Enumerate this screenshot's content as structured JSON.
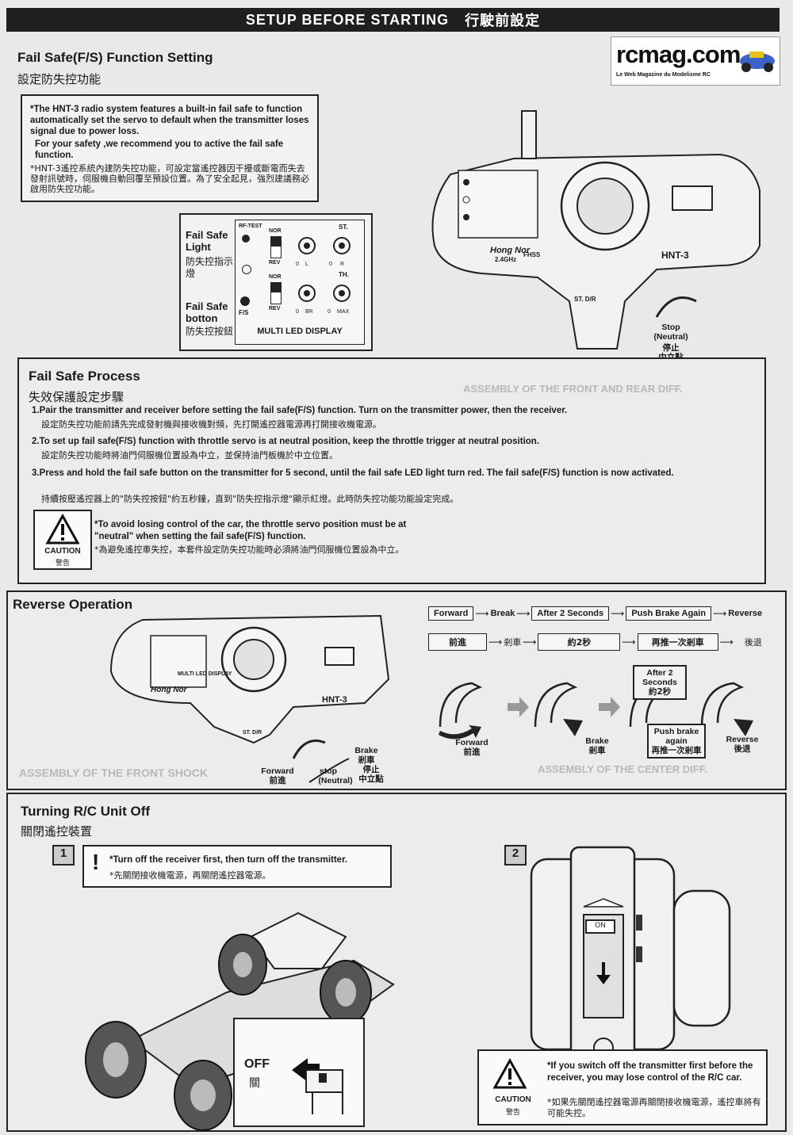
{
  "header": {
    "title_en": "SETUP BEFORE STARTING",
    "title_zh": "行駛前設定"
  },
  "logo": {
    "name": "rcmag.com",
    "tagline": "Le Web Magazine du Modelisme RC"
  },
  "failsafe_setting": {
    "title_en": "Fail Safe(F/S) Function Setting",
    "title_zh": "設定防失控功能",
    "note_en_1": "*The HNT-3 radio system features a built-in fail safe to function automatically set the servo to default when the transmitter loses signal due to power loss.",
    "note_en_2": "For your safety ,we recommend you to active the fail safe function.",
    "note_zh": "*HNT-3遙控系統內建防失控功能，可設定當遙控器因干擾或斷電而失去發射訊號時，伺服機自動回覆至預設位置。為了安全起見，強烈建議務必啟用防失控功能。",
    "light_label_en": "Fail Safe Light",
    "light_label_zh": "防失控指示燈",
    "button_label_en": "Fail Safe botton",
    "button_label_zh": "防失控按鈕",
    "panel": {
      "rf_test": "RF-TEST",
      "nor": "NOR",
      "rev": "REV",
      "st": "ST.",
      "th": "TH.",
      "fs": "F/S",
      "l": "L",
      "r": "R",
      "zero": "0",
      "br": "BR",
      "max": "MAX",
      "display": "MULTI LED DISPLAY"
    },
    "transmitter": {
      "model": "HNT-3",
      "brand": "Hong Nor",
      "band": "2.4GHz",
      "fhss": "FHSS",
      "st_dr": "ST. D/R",
      "stop_en": "Stop (Neutral)",
      "stop_zh": "停止 中立點"
    }
  },
  "process": {
    "title_en": "Fail Safe Process",
    "title_zh": "失效保護設定步驟",
    "steps": [
      {
        "en": "1.Pair the transmitter and receiver before setting the fail safe(F/S) function. Turn on the transmitter power,  then the receiver.",
        "zh": "設定防失控功能前請先完成發射機與接收機對頻，先打開遙控器電源再打開接收機電源。"
      },
      {
        "en": "2.To set up fail safe(F/S) function with throttle servo is at neutral position, keep the throttle trigger at neutral position.",
        "zh": "設定防失控功能時將油門伺服機位置設為中立，並保持油門板機於中立位置。"
      },
      {
        "en": "3.Press and hold the fail safe button on the transmitter for 5 second, until the fail safe LED light turn red. The fail safe(F/S) function is now activated.",
        "zh": "持續按壓遙控器上的\"防失控按鈕\"約五秒鐘，直到\"防失控指示燈\"顯示紅燈。此時防失控功能功能設定完成。"
      }
    ],
    "caution_en": "*To avoid losing control of the car, the throttle servo position must be at \"neutral\" when setting the fail safe(F/S) function.",
    "caution_zh": "*為避免遙控車失控，本套件設定防失控功能時必須將油門伺服機位置設為中立。",
    "caution_label_en": "CAUTION",
    "caution_label_zh": "警告"
  },
  "reverse": {
    "title": "Reverse Operation",
    "flow_en": [
      "Forward",
      "Break",
      "After 2 Seconds",
      "Push Brake Again",
      "Reverse"
    ],
    "flow_zh": [
      "前進",
      "剎車",
      "約2秒",
      "再推一次剎車",
      "後退"
    ],
    "labels": {
      "forward_en": "Forward",
      "forward_zh": "前進",
      "brake_en": "Brake",
      "brake_zh": "剎車",
      "stop_en": "stop",
      "neutral": "(Neutral)",
      "stop_zh": "停止 中立點",
      "after_en": "After 2 Seconds",
      "after_zh": "約2秒",
      "push_en": "Push brake again",
      "push_zh": "再推一次剎車",
      "reverse_en": "Reverse",
      "reverse_zh": "後退"
    }
  },
  "turnoff": {
    "title_en": "Turning R/C Unit Off",
    "title_zh": "關閉遙控裝置",
    "step1_num": "1",
    "step2_num": "2",
    "step1_en": "*Turn off the receiver first, then turn off the transmitter.",
    "step1_zh": "*先關閉接收機電源，再關閉遙控器電源。",
    "off_en": "OFF",
    "off_zh": "關",
    "switch_on": "ON",
    "caution_en": "*If you switch off the transmitter first before the receiver, you may lose control of the R/C car.",
    "caution_zh": "*如果先關閉遙控器電源再關閉接收機電源，遙控車將有可能失控。",
    "caution_label_en": "CAUTION",
    "caution_label_zh": "警告"
  },
  "background_ghost_text": {
    "assembly_rear": "ASSEMBLY OF THE FRONT AND REAR DIFF.",
    "assembly_center": "ASSEMBLY OF THE CENTER DIFF.",
    "assembly_shock": "ASSEMBLY OF THE FRONT SHOCK"
  }
}
